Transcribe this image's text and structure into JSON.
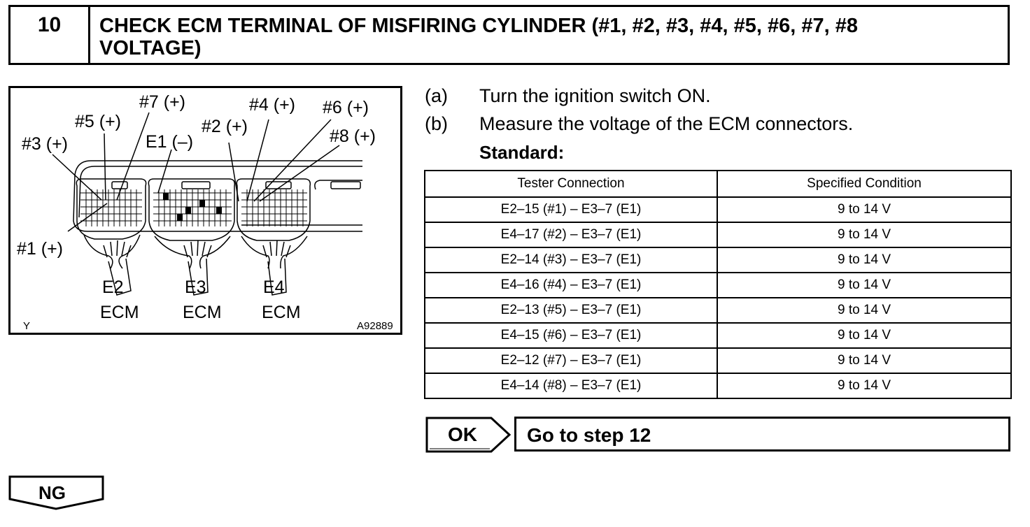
{
  "header": {
    "step_number": "10",
    "title_line1": "CHECK ECM TERMINAL OF MISFIRING CYLINDER (#1, #2, #3, #4, #5, #6, #7, #8",
    "title_line2": "VOLTAGE)"
  },
  "figure": {
    "labels": {
      "c7": "#7 (+)",
      "c5": "#5 (+)",
      "c3": "#3 (+)",
      "e1": "E1 (–)",
      "c2": "#2 (+)",
      "c4": "#4 (+)",
      "c6": "#6 (+)",
      "c8": "#8 (+)",
      "c1": "#1 (+)"
    },
    "connectors": [
      {
        "name": "E2",
        "unit": "ECM"
      },
      {
        "name": "E3",
        "unit": "ECM"
      },
      {
        "name": "E4",
        "unit": "ECM"
      }
    ],
    "corner_left": "Y",
    "figure_id": "A92889"
  },
  "instructions": [
    {
      "marker": "(a)",
      "text": "Turn the ignition switch ON."
    },
    {
      "marker": "(b)",
      "text": "Measure the voltage of the ECM connectors."
    }
  ],
  "standard_label": "Standard:",
  "table": {
    "headers": [
      "Tester Connection",
      "Specified Condition"
    ],
    "rows": [
      [
        "E2–15 (#1) – E3–7 (E1)",
        "9 to 14 V"
      ],
      [
        "E4–17 (#2) – E3–7 (E1)",
        "9 to 14 V"
      ],
      [
        "E2–14 (#3) – E3–7 (E1)",
        "9 to 14 V"
      ],
      [
        "E4–16 (#4) – E3–7 (E1)",
        "9 to 14 V"
      ],
      [
        "E2–13 (#5) – E3–7 (E1)",
        "9 to 14 V"
      ],
      [
        "E4–15 (#6) – E3–7 (E1)",
        "9 to 14 V"
      ],
      [
        "E2–12 (#7) – E3–7 (E1)",
        "9 to 14 V"
      ],
      [
        "E4–14 (#8) – E3–7 (E1)",
        "9 to 14 V"
      ]
    ]
  },
  "ok": {
    "label": "OK",
    "action": "Go to step 12"
  },
  "ng": {
    "label": "NG"
  }
}
